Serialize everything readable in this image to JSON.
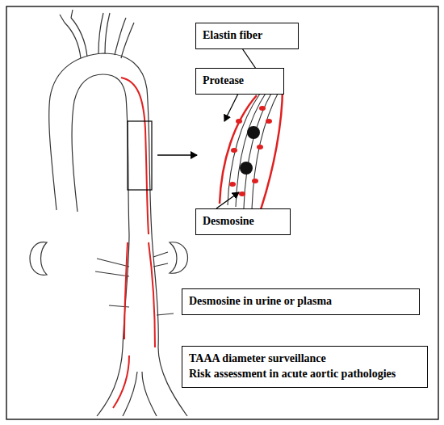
{
  "diagram": {
    "nodes": [
      {
        "text": [
          "Elastin fiber"
        ]
      },
      {
        "text": [
          "Protease"
        ]
      },
      {
        "text": [
          "Desmosine"
        ]
      },
      {
        "text": [
          "Desmosine in urine or plasma"
        ]
      },
      {
        "text": [
          "TAAA diameter surveillance",
          "Risk assessment in acute aortic pathologies"
        ]
      }
    ]
  }
}
